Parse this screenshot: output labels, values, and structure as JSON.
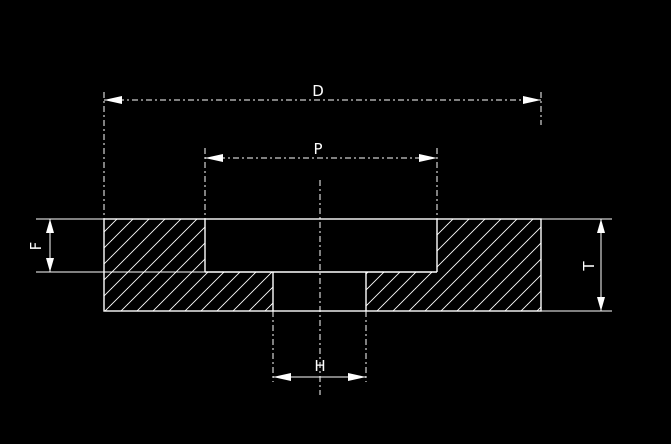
{
  "diagram": {
    "labels": {
      "outer_diameter": "D",
      "pocket_diameter": "P",
      "thickness": "T",
      "pocket_depth": "F",
      "hole_diameter": "H"
    },
    "colors": {
      "background": "#000000",
      "line": "#ffffff"
    }
  }
}
